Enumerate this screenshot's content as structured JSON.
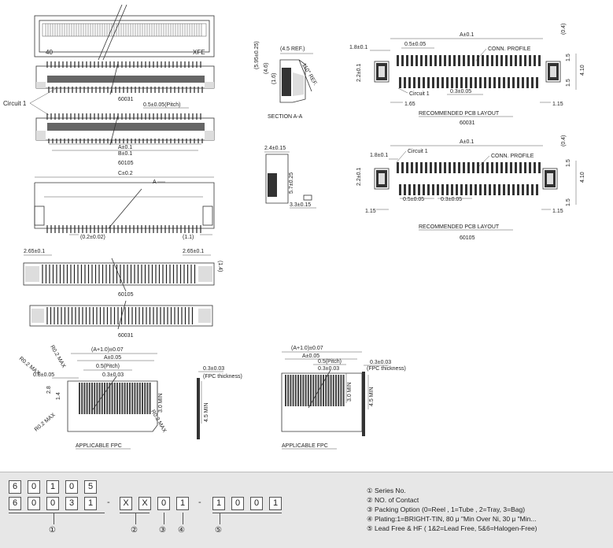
{
  "views": {
    "top_connector": {
      "pin_count_label": "40",
      "brand_label": "XFE"
    },
    "part_60031_label": "60031",
    "circuit_1_label": "Circuit 1",
    "pitch_label": "0.5±0.05(Pitch)",
    "dim_a_label": "A±0.1",
    "dim_b_label": "B±0.1",
    "part_60105_label": "60105",
    "dim_c_label": "C±0.2",
    "section_ref_label": "A",
    "dim_0_2_label": "(0.2±0.02)",
    "dim_1_1_label": "(1.1)",
    "dim_2_65_left": "2.65±0.1",
    "dim_2_65_right": "2.65±0.1",
    "dim_1_4": "(1.4)",
    "part_60105_label_2": "60105",
    "part_60031_label_2": "60031"
  },
  "section_aa": {
    "ref_45": "(4.5 REF.)",
    "dim_595": "(5.95±0.25)",
    "dim_46": "(4.6)",
    "dim_16": "(1.6)",
    "ref_110": "110° REF.",
    "title": "SECTION A-A"
  },
  "side_view": {
    "dim_24": "2.4±0.15",
    "dim_57": "5.7±0.25",
    "dim_33": "3.3±0.15"
  },
  "pcb_60031": {
    "dim_a": "A±0.1",
    "dim_18": "1.8±0.1",
    "dim_05": "0.5±0.05",
    "conn_profile": "CONN. PROFILE",
    "dim_04": "(0.4)",
    "dim_15_top": "1.5",
    "dim_410": "4.10",
    "dim_15_bot": "1.5",
    "dim_22": "2.2±0.1",
    "circuit_1": "Circuit 1",
    "dim_03": "0.3±0.05",
    "dim_165": "1.65",
    "dim_115": "1.15",
    "title": "RECOMMENDED PCB LAYOUT",
    "part": "60031"
  },
  "pcb_60105": {
    "dim_a": "A±0.1",
    "dim_18": "1.8±0.1",
    "circuit_1": "Circuit 1",
    "conn_profile": "CONN. PROFILE",
    "dim_04": "(0.4)",
    "dim_15_top": "1.5",
    "dim_410": "4.10",
    "dim_15_bot": "1.5",
    "dim_22": "2.2±0.1",
    "dim_05": "0.5±0.05",
    "dim_03": "0.3±0.05",
    "dim_115_left": "1.15",
    "dim_115_right": "1.15",
    "title": "RECOMMENDED PCB LAYOUT",
    "part": "60105"
  },
  "fpc_left": {
    "r02_top": "R0.2 MAX",
    "r02_left": "R0.2 MAX",
    "r02_bot": "R0.2 MAX",
    "r02_right": "R0.2 MAX",
    "dim_a107": "(A+1.0)±0.07",
    "dim_a005": "A±0.05",
    "dim_08": "0.8±0.05",
    "dim_05p": "0.5(Pitch)",
    "dim_03": "0.3±0.03",
    "dim_28": "2.8",
    "dim_14": "1.4",
    "dim_30min": "3.0 MIN",
    "title": "APPLICABLE FPC"
  },
  "fpc_thick_left": {
    "dim_03": "0.3±0.03",
    "label": "(FPC thickness)",
    "dim_45min": "4.5 MIN"
  },
  "fpc_right": {
    "dim_a107": "(A+1.0)±0.07",
    "dim_a005": "A±0.05",
    "dim_05p": "0.5(Pitch)",
    "dim_03": "0.3±0.03",
    "dim_30min": "3.0 MIN",
    "title": "APPLICABLE FPC"
  },
  "fpc_thick_right": {
    "dim_03": "0.3±0.03",
    "label": "(FPC thickness)",
    "dim_45min": "4.5 MIN"
  },
  "part_code": {
    "row1": [
      "6",
      "0",
      "1",
      "0",
      "5"
    ],
    "row2_a": [
      "6",
      "0",
      "0",
      "3",
      "1"
    ],
    "dash": "-",
    "row2_b": [
      "X",
      "X",
      "0",
      "1"
    ],
    "row2_c": [
      "1",
      "0",
      "0",
      "1"
    ],
    "markers": [
      "①",
      "②",
      "③",
      "④",
      "⑤"
    ]
  },
  "legend": [
    "① Series No.",
    "② NO. of Contact",
    "③ Packing Option (0=Reel , 1=Tube , 2=Tray, 3=Bag)",
    "④ Plating:1=BRIGHT-TIN,  80 μ \"Min Over Ni,  30 μ \"Min...",
    "⑤ Lead Free & HF ( 1&2=Lead Free, 5&6=Halogen-Free)"
  ]
}
